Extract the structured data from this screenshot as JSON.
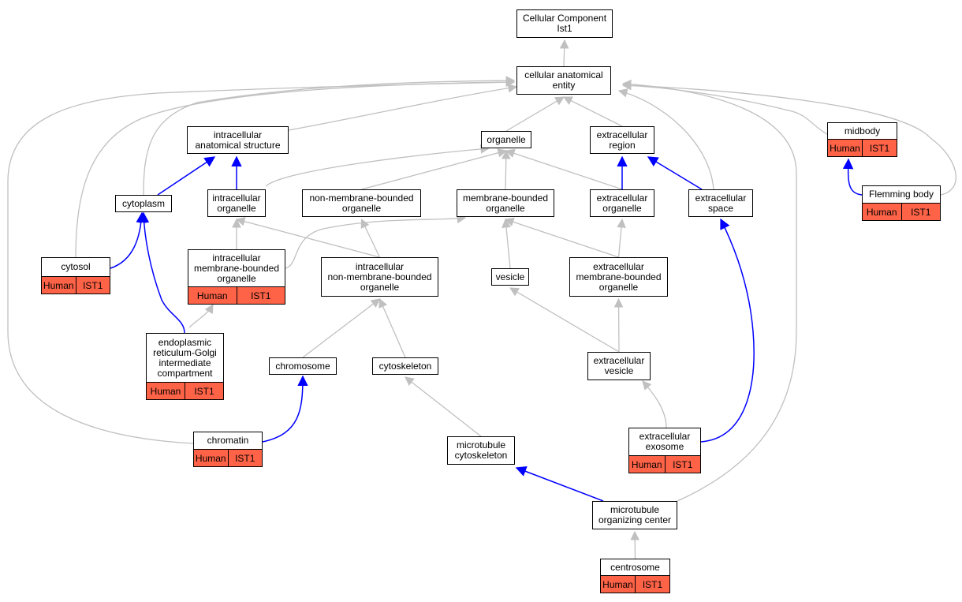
{
  "graph": {
    "nodes": [
      {
        "id": "root",
        "label": "Cellular Component\nIst1"
      },
      {
        "id": "cae",
        "label": "cellular anatomical\nentity"
      },
      {
        "id": "ias",
        "label": "intracellular\nanatomical structure"
      },
      {
        "id": "organelle",
        "label": "organelle"
      },
      {
        "id": "er",
        "label": "extracellular\nregion"
      },
      {
        "id": "midbody",
        "label": "midbody",
        "tags": [
          "Human",
          "IST1"
        ]
      },
      {
        "id": "cytoplasm",
        "label": "cytoplasm"
      },
      {
        "id": "io",
        "label": "intracellular\norganelle"
      },
      {
        "id": "nmbo",
        "label": "non-membrane-bounded\norganelle"
      },
      {
        "id": "mbo",
        "label": "membrane-bounded\norganelle"
      },
      {
        "id": "eo",
        "label": "extracellular\norganelle"
      },
      {
        "id": "es",
        "label": "extracellular\nspace"
      },
      {
        "id": "flemming",
        "label": "Flemming body",
        "tags": [
          "Human",
          "IST1"
        ]
      },
      {
        "id": "cytosol",
        "label": "cytosol",
        "tags": [
          "Human",
          "IST1"
        ]
      },
      {
        "id": "imbo",
        "label": "intracellular\nmembrane-bounded\norganelle",
        "tags": [
          "Human",
          "IST1"
        ]
      },
      {
        "id": "inmbo",
        "label": "intracellular\nnon-membrane-bounded\norganelle"
      },
      {
        "id": "vesicle",
        "label": "vesicle"
      },
      {
        "id": "embo",
        "label": "extracellular\nmembrane-bounded\norganelle"
      },
      {
        "id": "ergic",
        "label": "endoplasmic\nreticulum-Golgi\nintermediate\ncompartment",
        "tags": [
          "Human",
          "IST1"
        ]
      },
      {
        "id": "chromosome",
        "label": "chromosome"
      },
      {
        "id": "cytoskeleton",
        "label": "cytoskeleton"
      },
      {
        "id": "ev",
        "label": "extracellular\nvesicle"
      },
      {
        "id": "chromatin",
        "label": "chromatin",
        "tags": [
          "Human",
          "IST1"
        ]
      },
      {
        "id": "mtcs",
        "label": "microtubule\ncytoskeleton"
      },
      {
        "id": "exosome",
        "label": "extracellular\nexosome",
        "tags": [
          "Human",
          "IST1"
        ]
      },
      {
        "id": "mtoc",
        "label": "microtubule\norganizing center"
      },
      {
        "id": "centrosome",
        "label": "centrosome",
        "tags": [
          "Human",
          "IST1"
        ]
      }
    ],
    "edges": [
      {
        "from": "cae",
        "to": "root",
        "kind": "is_a"
      },
      {
        "from": "ias",
        "to": "cae",
        "kind": "is_a"
      },
      {
        "from": "organelle",
        "to": "cae",
        "kind": "is_a"
      },
      {
        "from": "er",
        "to": "cae",
        "kind": "is_a"
      },
      {
        "from": "midbody",
        "to": "cae",
        "kind": "is_a"
      },
      {
        "from": "cytoplasm",
        "to": "cae",
        "kind": "is_a"
      },
      {
        "from": "cytosol",
        "to": "cae",
        "kind": "is_a"
      },
      {
        "from": "chromatin",
        "to": "cae",
        "kind": "is_a"
      },
      {
        "from": "mtoc",
        "to": "cae",
        "kind": "is_a"
      },
      {
        "from": "es",
        "to": "cae",
        "kind": "is_a"
      },
      {
        "from": "flemming",
        "to": "cae",
        "kind": "is_a"
      },
      {
        "from": "cytoplasm",
        "to": "ias",
        "kind": "part_of"
      },
      {
        "from": "io",
        "to": "ias",
        "kind": "part_of"
      },
      {
        "from": "io",
        "to": "organelle",
        "kind": "is_a"
      },
      {
        "from": "nmbo",
        "to": "organelle",
        "kind": "is_a"
      },
      {
        "from": "mbo",
        "to": "organelle",
        "kind": "is_a"
      },
      {
        "from": "eo",
        "to": "organelle",
        "kind": "is_a"
      },
      {
        "from": "eo",
        "to": "er",
        "kind": "part_of"
      },
      {
        "from": "es",
        "to": "er",
        "kind": "part_of"
      },
      {
        "from": "flemming",
        "to": "midbody",
        "kind": "part_of"
      },
      {
        "from": "cytosol",
        "to": "cytoplasm",
        "kind": "part_of"
      },
      {
        "from": "ergic",
        "to": "cytoplasm",
        "kind": "part_of"
      },
      {
        "from": "imbo",
        "to": "io",
        "kind": "is_a"
      },
      {
        "from": "imbo",
        "to": "mbo",
        "kind": "is_a"
      },
      {
        "from": "inmbo",
        "to": "io",
        "kind": "is_a"
      },
      {
        "from": "inmbo",
        "to": "nmbo",
        "kind": "is_a"
      },
      {
        "from": "vesicle",
        "to": "mbo",
        "kind": "is_a"
      },
      {
        "from": "embo",
        "to": "mbo",
        "kind": "is_a"
      },
      {
        "from": "embo",
        "to": "eo",
        "kind": "is_a"
      },
      {
        "from": "ergic",
        "to": "imbo",
        "kind": "is_a"
      },
      {
        "from": "chromosome",
        "to": "inmbo",
        "kind": "is_a"
      },
      {
        "from": "cytoskeleton",
        "to": "inmbo",
        "kind": "is_a"
      },
      {
        "from": "ev",
        "to": "vesicle",
        "kind": "is_a"
      },
      {
        "from": "ev",
        "to": "embo",
        "kind": "is_a"
      },
      {
        "from": "chromatin",
        "to": "chromosome",
        "kind": "part_of"
      },
      {
        "from": "mtcs",
        "to": "cytoskeleton",
        "kind": "is_a"
      },
      {
        "from": "exosome",
        "to": "ev",
        "kind": "is_a"
      },
      {
        "from": "exosome",
        "to": "es",
        "kind": "part_of"
      },
      {
        "from": "mtoc",
        "to": "mtcs",
        "kind": "part_of"
      },
      {
        "from": "centrosome",
        "to": "mtoc",
        "kind": "is_a"
      }
    ],
    "colors": {
      "is_a": "#c0c0c0",
      "part_of": "#0000ff",
      "annotation_fill": "#ff6347",
      "node_border": "#000000"
    }
  }
}
